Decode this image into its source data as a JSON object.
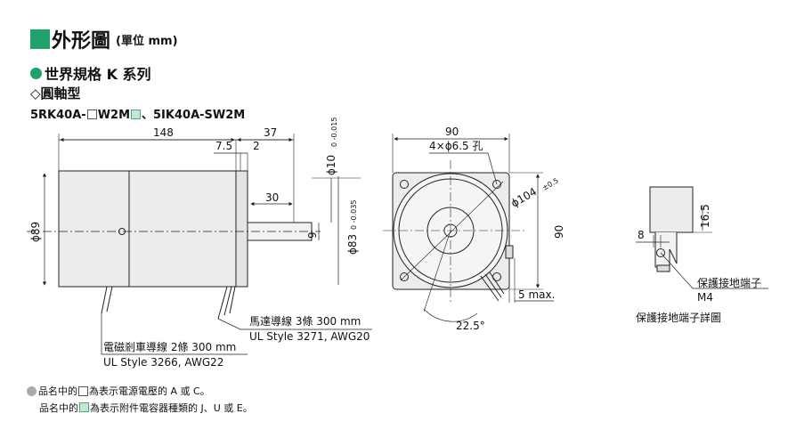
{
  "header": {
    "title": "外形圖",
    "unit": "(單位 mm)"
  },
  "section": {
    "series": "世界規格 K 系列",
    "shaft_type": "◇圓軸型",
    "model_a": "5RK40A-",
    "model_b": "W2M",
    "model_c": "、5IK40A-SW2M"
  },
  "dims": {
    "d148": "148",
    "d37": "37",
    "d7_5": "7.5",
    "d2": "2",
    "d30": "30",
    "phi10": "ϕ10",
    "phi10_tol": "0 -0.015",
    "phi83": "ϕ83",
    "phi83_tol": "0 -0.035",
    "phi89": "ϕ89",
    "d9": "9",
    "d90_top": "90",
    "holes": "4×ϕ6.5 孔",
    "phi104": "ϕ104",
    "phi104_tol": "±0.5",
    "d90_right": "90",
    "max5": "5 max.",
    "angle": "22.5°",
    "d16_5": "16.5",
    "d8": "8"
  },
  "labels": {
    "motor_lead_1": "馬達導線 3條 300 mm",
    "motor_lead_2": "UL Style 3271, AWG20",
    "brake_lead_1": "電磁剎車導線 2條 300 mm",
    "brake_lead_2": "UL Style 3266, AWG22",
    "terminal": "保護接地端子",
    "m4": "M4",
    "detail": "保護接地端子詳圖"
  },
  "notes": {
    "n1_a": "品名中的",
    "n1_b": "為表示電源電壓的 A 或 C。",
    "n2_a": "品名中的",
    "n2_b": "為表示附件電容器種類的 J、U 或 E。"
  },
  "colors": {
    "accent": "#1fa36a",
    "body_fill": "#eeeeee",
    "note_dot": "#aaaaaa"
  }
}
